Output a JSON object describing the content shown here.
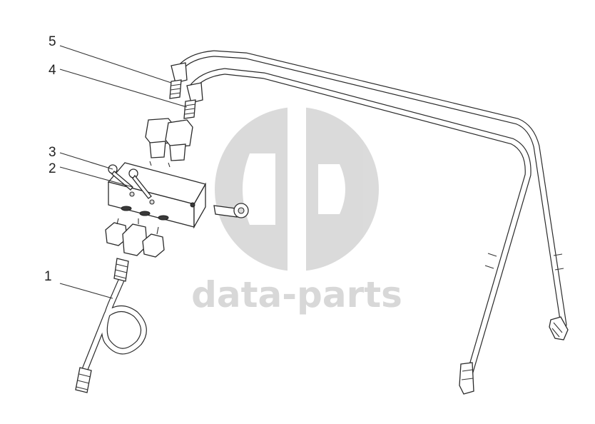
{
  "diagram": {
    "callouts": [
      {
        "id": "1",
        "label": "1"
      },
      {
        "id": "2",
        "label": "2"
      },
      {
        "id": "3",
        "label": "3"
      },
      {
        "id": "4",
        "label": "4"
      },
      {
        "id": "5",
        "label": "5"
      }
    ],
    "watermark": {
      "text": "data-parts",
      "color": "#d6d6d6"
    },
    "colors": {
      "line": "#2a2a2a",
      "background": "#ffffff"
    }
  }
}
